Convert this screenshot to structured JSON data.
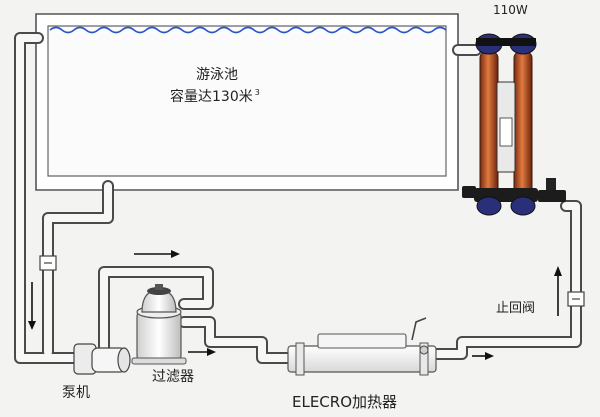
{
  "pool": {
    "name": "游泳池",
    "capacity": "容量达130米",
    "capacity_superscript": "3"
  },
  "uv_unit": {
    "wattage": "110W"
  },
  "labels": {
    "pump": "泵机",
    "filter": "过滤器",
    "heater": "ELECRO加热器",
    "check_valve": "止回阀"
  },
  "colors": {
    "pipe": "#f7f7f5",
    "pipe_outline": "#555555",
    "water_wave": "#2a55c8",
    "uv_tube": "#c85a2a",
    "uv_cap": "#2a2f7a",
    "arrow": "#111111"
  }
}
